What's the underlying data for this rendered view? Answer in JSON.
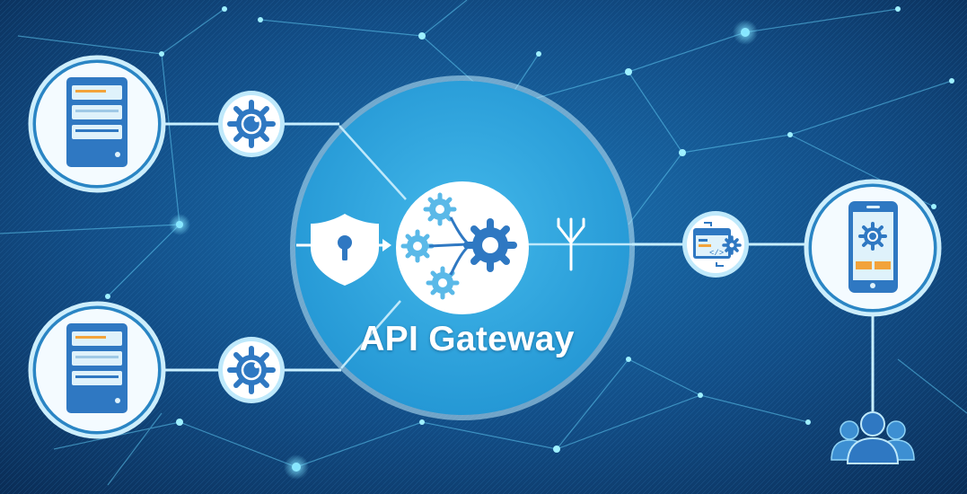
{
  "gateway": {
    "title": "API Gateway"
  },
  "nodes": [
    {
      "name": "server-node-top",
      "icon": "server-icon"
    },
    {
      "name": "server-node-bottom",
      "icon": "server-icon"
    },
    {
      "name": "service-gear-top",
      "icon": "gear-sync-icon"
    },
    {
      "name": "service-gear-bottom",
      "icon": "gear-sync-icon"
    },
    {
      "name": "security-shield",
      "icon": "shield-key-icon"
    },
    {
      "name": "gear-router",
      "icon": "gears-icon"
    },
    {
      "name": "fork-route",
      "icon": "fork-icon"
    },
    {
      "name": "code-config-node",
      "icon": "code-window-icon"
    },
    {
      "name": "mobile-node",
      "icon": "smartphone-icon"
    },
    {
      "name": "users-group",
      "icon": "users-icon"
    }
  ],
  "colors": {
    "background_dark": "#0a2c55",
    "background_mid": "#1a6aa5",
    "gateway_fill": "#2fa9e0",
    "node_ring": "#bfe9fb",
    "icon_blue": "#2f78c2",
    "accent_orange": "#f2a33a",
    "white": "#ffffff"
  }
}
